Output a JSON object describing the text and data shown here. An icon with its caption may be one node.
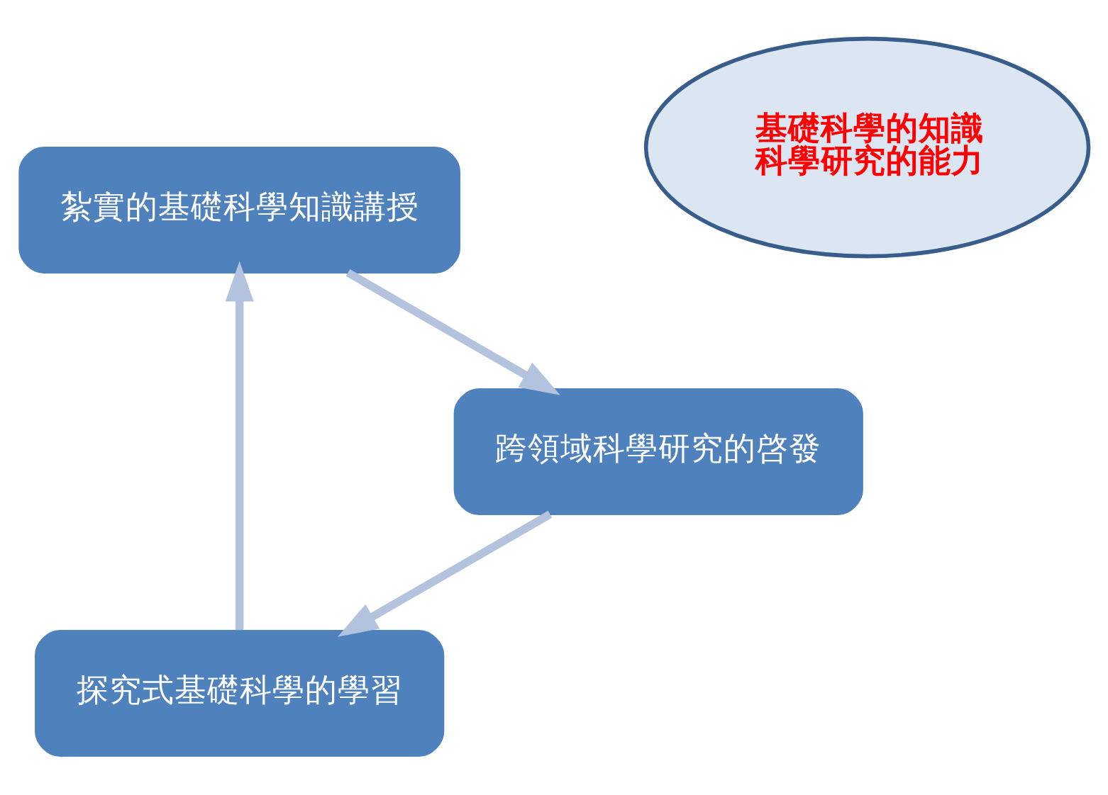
{
  "diagram": {
    "nodes": [
      {
        "text": [
          "探究式基礎科學的學習"
        ]
      },
      {
        "text": [
          "紮實的基礎科學知識講授"
        ]
      },
      {
        "text": [
          "跨領域科學研究的啓發"
        ]
      },
      {
        "text": [
          "基礎科學的知識",
          "科學研究的能力"
        ]
      }
    ],
    "edges": [
      {
        "from": 0,
        "to": 1,
        "arrow": "to"
      },
      {
        "from": 1,
        "to": 2,
        "arrow": "to"
      },
      {
        "from": 2,
        "to": 0,
        "arrow": "to"
      }
    ]
  }
}
